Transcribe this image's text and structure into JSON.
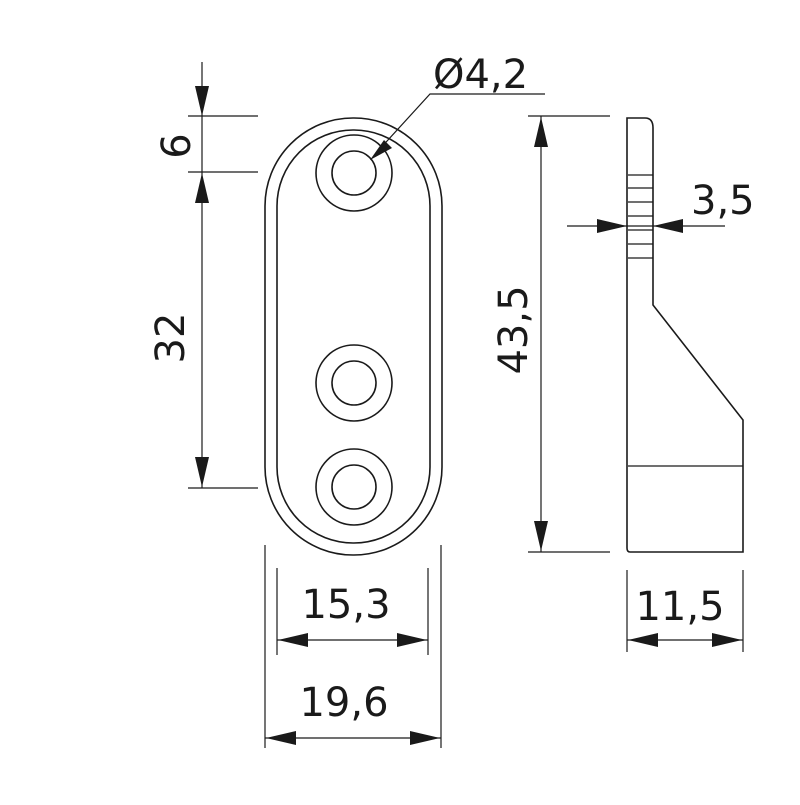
{
  "drawing": {
    "colors": {
      "line": "#1a1a1a",
      "background": "#ffffff"
    },
    "dimensions": {
      "hole_diameter": "Ø4,2",
      "top_offset": "6",
      "hole_spacing": "32",
      "inner_width": "15,3",
      "outer_width": "19,6",
      "total_height": "43,5",
      "plate_thickness": "3,5",
      "depth": "11,5"
    }
  }
}
